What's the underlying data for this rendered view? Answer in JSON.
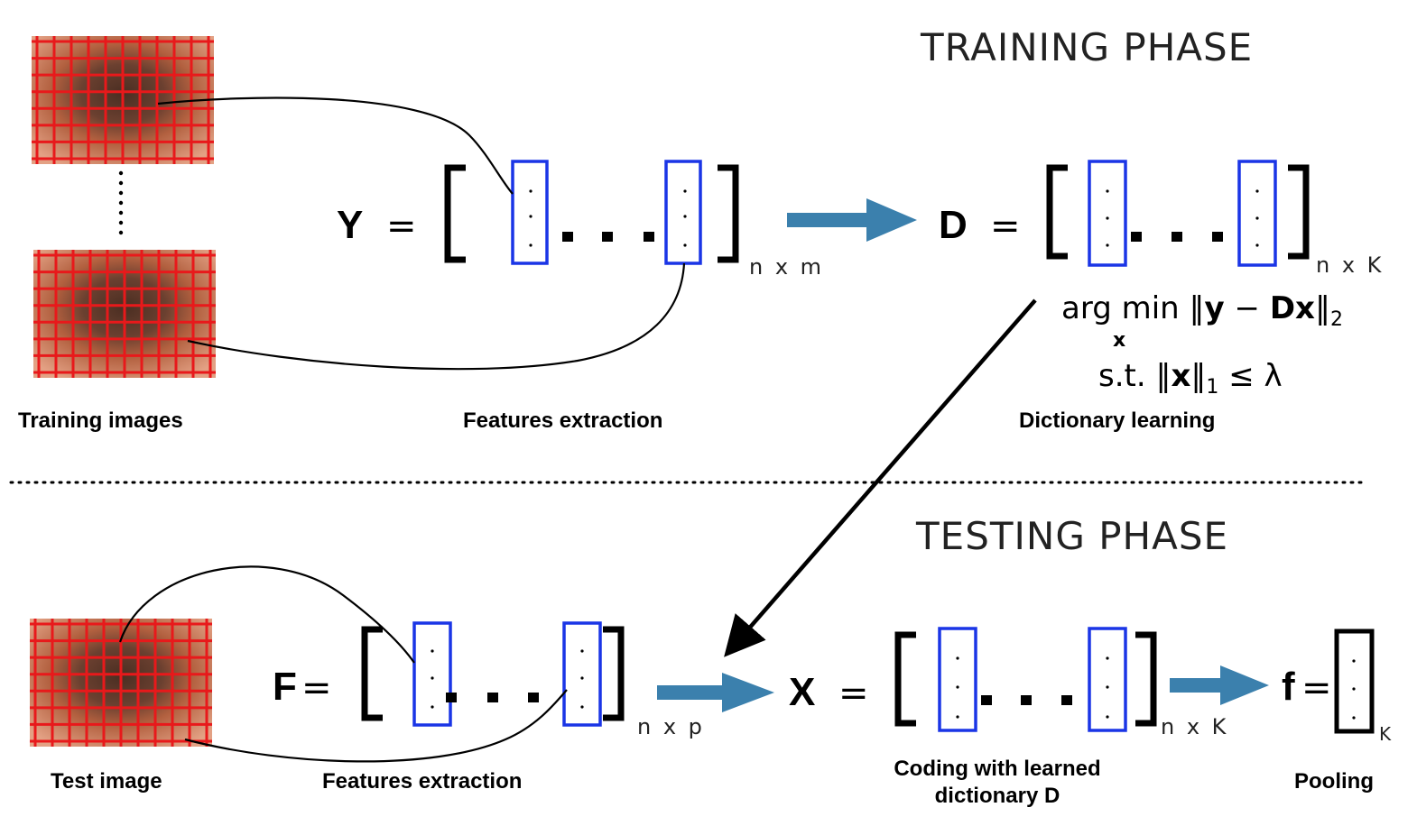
{
  "training": {
    "phase_title": "TRAINING PHASE",
    "images_label": "Training images",
    "features_label": "Features extraction",
    "dictionary_label": "Dictionary learning",
    "Y_symbol": "Y",
    "Y_dims": "n x m",
    "D_symbol": "D",
    "D_dims": "n x K",
    "equals": "=",
    "optimization": {
      "argmin": "arg min",
      "argmin_var": "x",
      "objective_open": "‖",
      "objective_y": "y",
      "objective_minus": " − ",
      "objective_Dx": "Dx",
      "objective_close": "‖",
      "objective_norm": "2",
      "constraint_st": "s.t.",
      "constraint_open": "‖",
      "constraint_x": "x",
      "constraint_close": "‖",
      "constraint_norm": "1",
      "constraint_rel": " ≤ λ"
    }
  },
  "testing": {
    "phase_title": "TESTING PHASE",
    "image_label": "Test image",
    "features_label": "Features extraction",
    "coding_label_line1": "Coding with learned",
    "coding_label_line2": "dictionary D",
    "pooling_label": "Pooling",
    "F_symbol": "F",
    "F_dims": "n x p",
    "X_symbol": "X",
    "X_dims": "n x K",
    "f_symbol": "f",
    "f_dims": "K",
    "equals": "="
  },
  "colors": {
    "grid_line": "#e8191b",
    "vector_border": "#1a35e6",
    "arrow": "#3b80ad",
    "skin": "#d98a6a",
    "lesion": "#5a3a2a"
  }
}
